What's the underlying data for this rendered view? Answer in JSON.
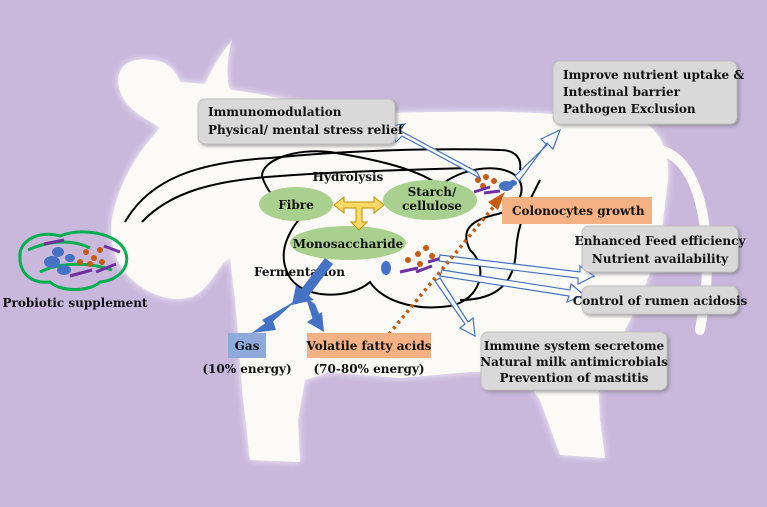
{
  "colors": {
    "background": "#c9b7dc",
    "cow_body": "#fbfaf7",
    "ellipse_green": "#a9d08e",
    "box_gray": "#d9d9d9",
    "box_orange": "#f4b183",
    "box_blue": "#8eaadb",
    "arrow_blue": "#4472c4",
    "arrow_yellow": "#ffd966",
    "arrow_dotted": "#c55a11"
  },
  "icons": [
    "probiotic-microbe-cluster-icon"
  ],
  "diagram": {
    "digestion": {
      "hydrolysis": "Hydrolysis",
      "fibre": "Fibre",
      "starch_line1": "Starch/",
      "starch_line2": "cellulose",
      "monosaccharide": "Monosaccharide",
      "fermentation": "Fermentation"
    },
    "products": {
      "gas": "Gas",
      "gas_energy": "(10% energy)",
      "vfa": "Volatile fatty acids",
      "vfa_energy": "(70-80% energy)"
    },
    "colonocytes": "Colonocytes growth",
    "probiotic": "Probiotic supplement",
    "benefits": {
      "immuno_line1": "Immunomodulation",
      "immuno_line2": "Physical/ mental stress relief",
      "nutrient_line1": "Improve nutrient uptake &",
      "nutrient_line2": "Intestinal barrier",
      "nutrient_line3": "Pathogen Exclusion",
      "feed_line1": "Enhanced Feed efficiency",
      "feed_line2": "Nutrient availability",
      "acidosis": "Control of rumen acidosis",
      "immune_line1": "Immune system secretome",
      "immune_line2": "Natural milk antimicrobials",
      "immune_line3": "Prevention of mastitis"
    }
  }
}
